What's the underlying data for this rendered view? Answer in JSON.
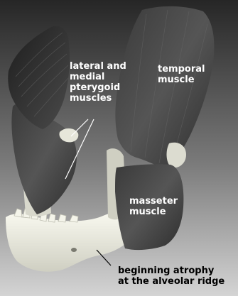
{
  "labels": {
    "pterygoid": [
      "lateral and",
      "medial",
      "pterygoid",
      "muscles"
    ],
    "temporal": [
      "temporal",
      "muscle"
    ],
    "masseter": [
      "masseter",
      "muscle"
    ],
    "atrophy": [
      "beginning atrophy",
      "at the alveolar ridge"
    ]
  },
  "colors": {
    "background_top": "#2a2a2a",
    "background_bottom": "#d0d0d0",
    "muscle": "#4a4a4a",
    "muscle_dark": "#2c2c2c",
    "bone": "#eeeee0",
    "label_text": "#ffffff",
    "label_text_dark": "#000000"
  }
}
